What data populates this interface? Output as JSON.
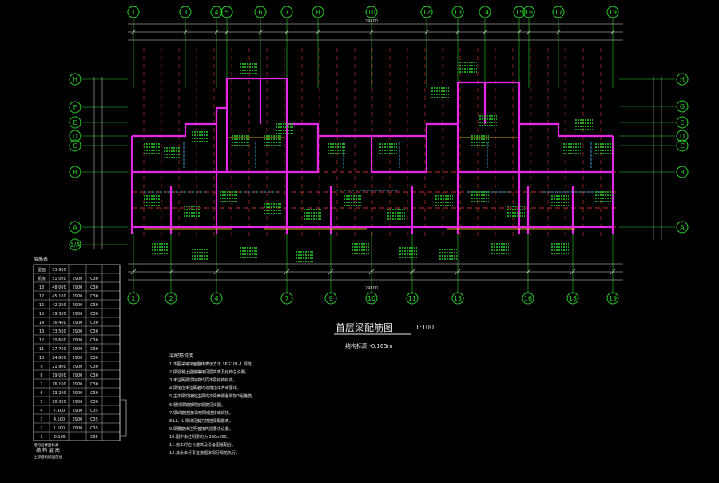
{
  "drawing": {
    "title": "首层梁配筋图",
    "scale": "1:100",
    "elevation_note": "结构标高 -0.165m",
    "colors": {
      "background": "#000000",
      "axis": "#27d427",
      "wall": "#e627e6",
      "dimension": "#dddddd",
      "beam_label": "#27d427",
      "hidden_line": "#3fc9ff",
      "dash": "#ff4040",
      "highlight": "#ffd400",
      "text": "#e8e8e8"
    },
    "axes_top": [
      "1",
      "3",
      "4",
      "5",
      "6",
      "7",
      "8",
      "10",
      "12",
      "13",
      "14",
      "15",
      "16",
      "17",
      "19"
    ],
    "axes_bottom": [
      "1",
      "2",
      "4",
      "7",
      "9",
      "10",
      "11",
      "13",
      "16",
      "18",
      "19"
    ],
    "axes_left": [
      "H",
      "F",
      "E",
      "D",
      "C",
      "B",
      "A",
      "1/A"
    ],
    "axes_right": [
      "H",
      "G",
      "E",
      "D",
      "C",
      "B",
      "A"
    ],
    "top_total_dimension": "29800",
    "bottom_total_dimension": "29800"
  },
  "notes": {
    "heading": "梁配筋说明",
    "items": [
      "1.本图采用平面整体表示方法 16G101-1 规范。",
      "2.梁混凝土强度等级见层高表及结构总说明。",
      "3.未注明梁顶标高均同本层结构标高。",
      "4.梁定位未注明者均与墙边平齐或居中。",
      "5.主次梁交接处主梁内次梁两侧各附加3组箍筋。",
      "6.悬挑梁端部附加钢筋见详图。",
      "7.梁纵筋连接采用机械连接或焊接。",
      "8.LL、L 梁详见剪力墙连梁配筋表。",
      "9.梁腰筋未注明者按构造要求设置。",
      "10.图中未注明梁均为 200x400。",
      "11.施工时应与建筑及设备图纸配合。",
      "12.其余未尽事宜按国家现行规范执行。"
    ]
  },
  "level_table": {
    "title": "层高表",
    "rows": [
      [
        "屋面",
        "53.900",
        "",
        "",
        ""
      ],
      [
        "机房",
        "51.000",
        "2900",
        "C30"
      ],
      [
        "18",
        "48.000",
        "2900",
        "C30"
      ],
      [
        "17",
        "45.100",
        "2900",
        "C30"
      ],
      [
        "16",
        "42.200",
        "2900",
        "C30"
      ],
      [
        "15",
        "39.300",
        "2900",
        "C30"
      ],
      [
        "14",
        "36.400",
        "2900",
        "C30"
      ],
      [
        "13",
        "33.500",
        "2900",
        "C30"
      ],
      [
        "12",
        "30.600",
        "2900",
        "C30"
      ],
      [
        "11",
        "27.700",
        "2900",
        "C30"
      ],
      [
        "10",
        "24.800",
        "2900",
        "C30"
      ],
      [
        "9",
        "21.900",
        "2900",
        "C30"
      ],
      [
        "8",
        "19.000",
        "2900",
        "C30"
      ],
      [
        "7",
        "16.100",
        "2900",
        "C30"
      ],
      [
        "6",
        "13.200",
        "2900",
        "C30"
      ],
      [
        "5",
        "10.300",
        "2900",
        "C30"
      ],
      [
        "4",
        "7.400",
        "2900",
        "C35"
      ],
      [
        "3",
        "4.500",
        "2900",
        "C35"
      ],
      [
        "2",
        "1.600",
        "2900",
        "C35"
      ],
      [
        "1",
        "-0.165",
        "",
        "C35"
      ]
    ],
    "footer_1": "结构层楼面标高",
    "footer_2": "结 构 层 高",
    "footer_3": "上部结构嵌固部位"
  }
}
